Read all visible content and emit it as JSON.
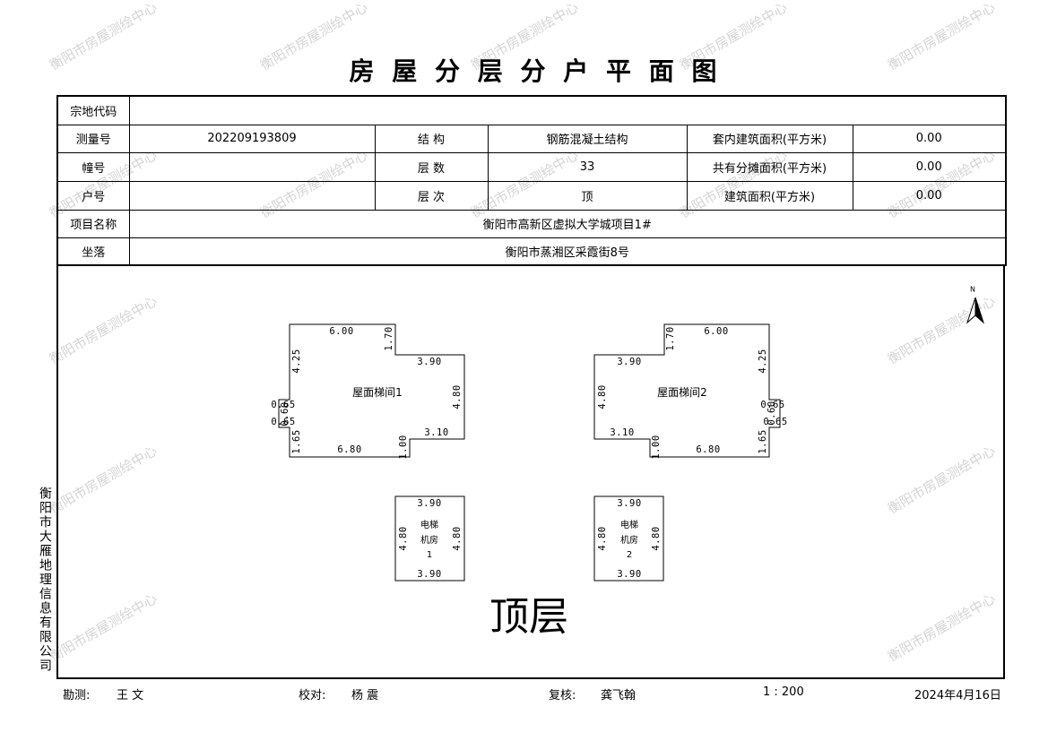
{
  "title": "房 屋 分 层 分 户 平 面 图",
  "watermark": "衡阳市房屋测绘中心",
  "table": {
    "parcel_code_label": "宗地代码",
    "survey_no_label": "测量号",
    "survey_no_value": "202209193809",
    "structure_label": "结 构",
    "structure_value": "钢筋混凝土结构",
    "inner_area_label": "套内建筑面积(平方米)",
    "inner_area_value": "0.00",
    "building_no_label": "幢号",
    "floors_label": "层 数",
    "floors_value": "33",
    "shared_area_label": "共有分摊面积(平方米)",
    "shared_area_value": "0.00",
    "unit_no_label": "户号",
    "floor_level_label": "层 次",
    "floor_level_value": "顶",
    "building_area_label": "建筑面积(平方米)",
    "building_area_value": "0.00",
    "project_label": "项目名称",
    "project_value": "衡阳市高新区虚拟大学城项目1#",
    "location_label": "坐落",
    "location_value": "衡阳市蒸湘区采霞街8号"
  },
  "plan": {
    "north": "N",
    "floor_label": "顶层",
    "stair1": {
      "name": "屋面梯间1",
      "top": "6.00",
      "step": "1.70",
      "upper_right": "3.90",
      "right": "4.80",
      "lower_right": "3.10",
      "bottom_step": "1.00",
      "bottom": "6.80",
      "left_upper": "4.25",
      "left_lower": "1.65",
      "notch_top": "0.65",
      "notch_side": "0.60",
      "notch_bottom": "0.65"
    },
    "stair2": {
      "name": "屋面梯间2",
      "top": "6.00",
      "step": "1.70",
      "upper_left": "3.90",
      "left": "4.80",
      "lower_left": "3.10",
      "bottom_step": "1.00",
      "bottom": "6.80",
      "right_upper": "4.25",
      "right_lower": "1.65",
      "notch_top": "0.65",
      "notch_side": "0.60",
      "notch_bottom": "0.65"
    },
    "elevator1": {
      "line1": "电梯",
      "line2": "机房",
      "line3": "1",
      "top": "3.90",
      "bottom": "3.90",
      "left": "4.80",
      "right": "4.80"
    },
    "elevator2": {
      "line1": "电梯",
      "line2": "机房",
      "line3": "2",
      "top": "3.90",
      "bottom": "3.90",
      "left": "4.80",
      "right": "4.80"
    }
  },
  "company": "衡阳市大雁地理信息有限公司",
  "footer": {
    "surveyor_label": "勘测:",
    "surveyor": "王 文",
    "checker_label": "校对:",
    "checker": "杨 震",
    "reviewer_label": "复核:",
    "reviewer": "龚飞翰",
    "scale": "1 : 200",
    "date": "2024年4月16日"
  }
}
